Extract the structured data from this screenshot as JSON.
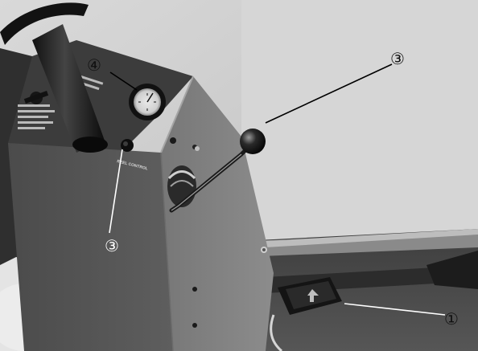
{
  "panel_label": "REEL CONTROL",
  "callouts": {
    "gauge": "④",
    "lever": "③",
    "switch": "③",
    "pedal": "①"
  }
}
